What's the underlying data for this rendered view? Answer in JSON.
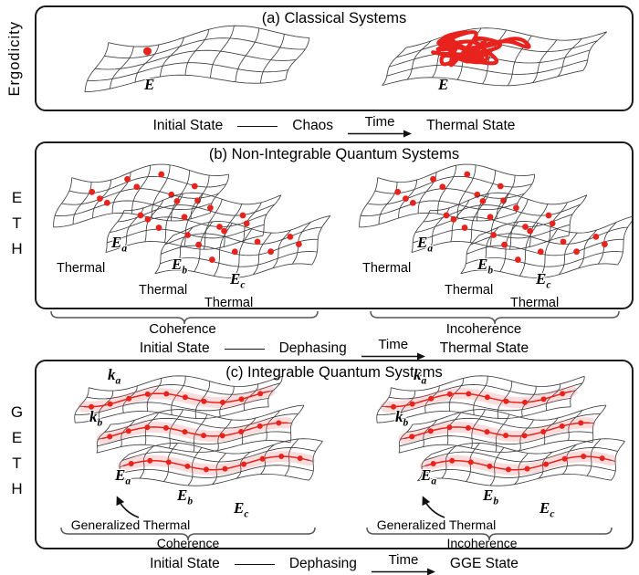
{
  "side_labels": {
    "a": "Ergodicity",
    "b": "ETH",
    "c": "GETH"
  },
  "panel_a": {
    "title": "(a) Classical Systems",
    "energy_left": "E",
    "energy_right": "E",
    "caption": {
      "initial": "Initial State",
      "process": "Chaos",
      "time": "Time",
      "final": "Thermal State"
    }
  },
  "panel_b": {
    "title": "(b) Non-Integrable Quantum Systems",
    "surfaces": [
      {
        "label_base": "E",
        "label_sub": "a",
        "thermal": "Thermal"
      },
      {
        "label_base": "E",
        "label_sub": "b",
        "thermal": "Thermal"
      },
      {
        "label_base": "E",
        "label_sub": "c",
        "thermal": "Thermal"
      }
    ],
    "brace_left": "Coherence",
    "brace_right": "Incoherence",
    "caption": {
      "initial": "Initial State",
      "process": "Dephasing",
      "time": "Time",
      "final": "Thermal State"
    }
  },
  "panel_c": {
    "title": "(c) Integrable Quantum Systems",
    "momentum_labels": [
      {
        "base": "k",
        "sub": "a"
      },
      {
        "base": "k",
        "sub": "b"
      }
    ],
    "energy_labels": [
      {
        "base": "E",
        "sub": "a"
      },
      {
        "base": "E",
        "sub": "b"
      },
      {
        "base": "E",
        "sub": "c"
      }
    ],
    "generalized_thermal": "Generalized Thermal",
    "brace_left": "Coherence",
    "brace_right": "Incoherence",
    "caption": {
      "initial": "Initial State",
      "process": "Dephasing",
      "time": "Time",
      "final": "GGE State"
    }
  },
  "colors": {
    "accent_red": "#e8231d",
    "mesh_stroke": "#3f3f3f",
    "text": "#000000",
    "brace": "#555555"
  }
}
